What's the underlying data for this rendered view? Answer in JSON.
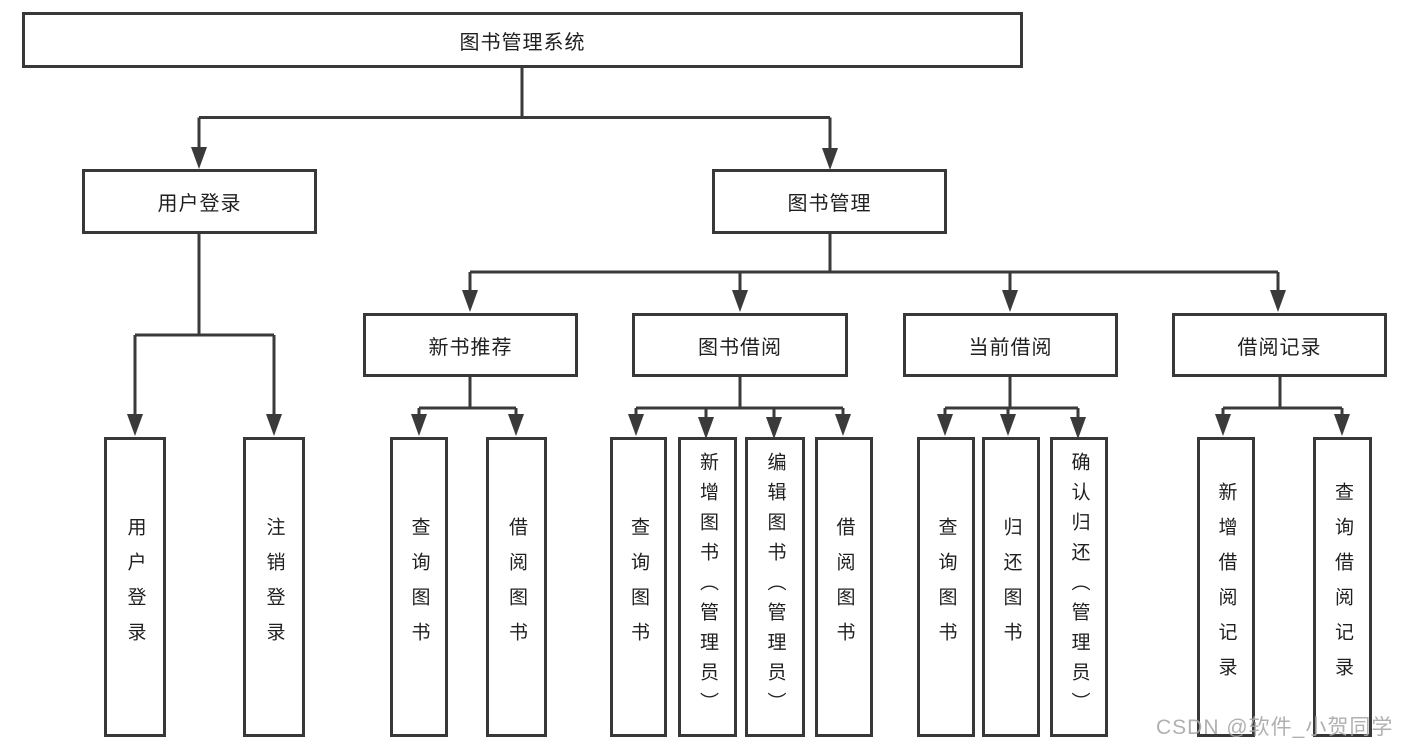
{
  "diagram": {
    "title": "图书管理系统",
    "nodes": {
      "root": "图书管理系统",
      "user_login": "用户登录",
      "book_mgmt": "图书管理",
      "new_book_rec": "新书推荐",
      "book_borrow": "图书借阅",
      "current_borrow": "当前借阅",
      "borrow_records": "借阅记录",
      "leaf_user_login": "用户登录",
      "leaf_logout": "注销登录",
      "leaf_rec_query": "查询图书",
      "leaf_rec_borrow": "借阅图书",
      "leaf_bor_query": "查询图书",
      "leaf_bor_add": "新增图书（管理员）",
      "leaf_bor_edit": "编辑图书（管理员）",
      "leaf_bor_borrow": "借阅图书",
      "leaf_cur_query": "查询图书",
      "leaf_cur_return": "归还图书",
      "leaf_cur_confirm": "确认归还（管理员）",
      "leaf_log_add": "新增借阅记录",
      "leaf_log_query": "查询借阅记录"
    }
  },
  "watermark": "CSDN @软件_小贺同学",
  "colors": {
    "line": "#3a3a3a",
    "box_border": "#383838",
    "text": "#1f1f1f",
    "watermark": "#a8a8a8",
    "background": "#ffffff"
  }
}
